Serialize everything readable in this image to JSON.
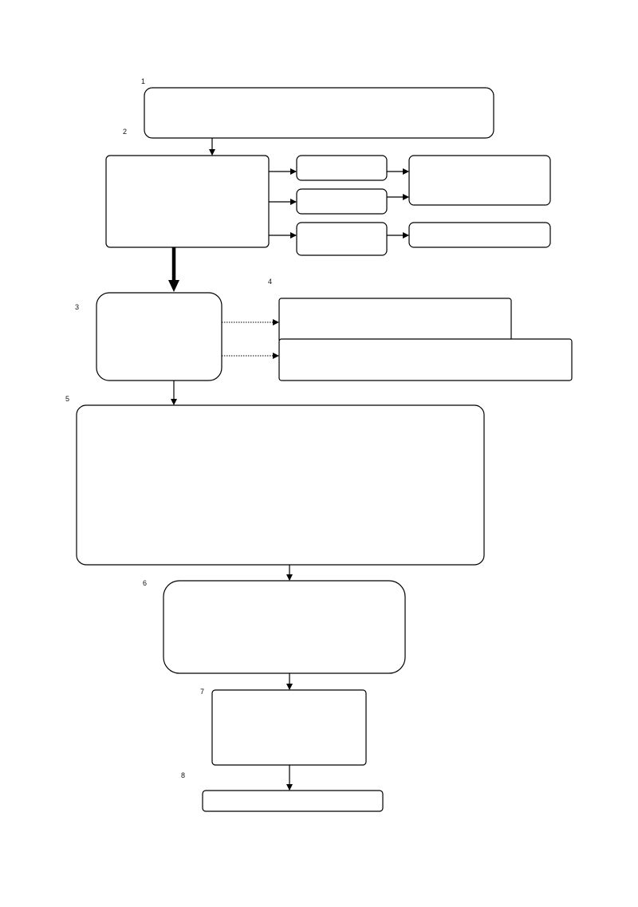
{
  "diagram": {
    "step_labels": [
      "1",
      "2",
      "3",
      "4",
      "5",
      "6",
      "7",
      "8"
    ]
  },
  "colors": {
    "stroke": "#000000",
    "fill": "#ffffff"
  }
}
